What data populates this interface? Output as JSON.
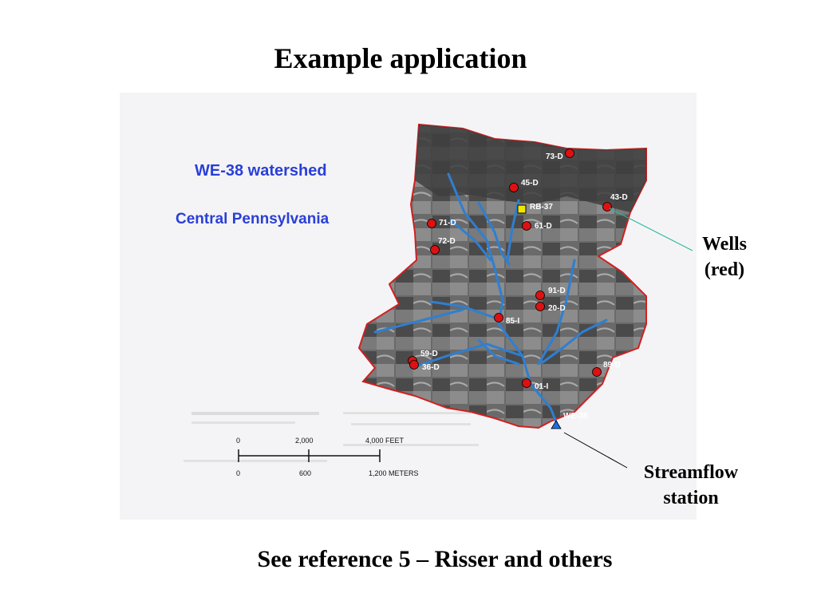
{
  "slide": {
    "title": "Example application",
    "footer": "See reference 5 – Risser and others"
  },
  "map": {
    "title_line1": "WE-38  watershed",
    "title_line2": "Central Pennsylvania",
    "title_color": "#2a3fd6",
    "boundary_color": "#d02020",
    "stream_color": "#2f7fd0",
    "well_color": "#dd1111",
    "wells": [
      {
        "id": "73-D"
      },
      {
        "id": "45-D"
      },
      {
        "id": "43-D"
      },
      {
        "id": "71-D"
      },
      {
        "id": "61-D"
      },
      {
        "id": "72-D"
      },
      {
        "id": "91-D"
      },
      {
        "id": "20-D"
      },
      {
        "id": "85-I"
      },
      {
        "id": "59-D"
      },
      {
        "id": "36-D"
      },
      {
        "id": "89-D"
      },
      {
        "id": "01-I"
      }
    ],
    "rain_gage": {
      "id": "RB-37",
      "color": "#f2e600"
    },
    "stream_gage": {
      "id": "WE-38",
      "color": "#1e6fe0"
    },
    "scale_bar": {
      "feet_labels": [
        "0",
        "2,000",
        "4,000 FEET"
      ],
      "meter_labels": [
        "0",
        "600",
        "1,200 METERS"
      ]
    }
  },
  "callouts": {
    "wells_line1": "Wells",
    "wells_line2": "(red)",
    "station_line1": "Streamflow",
    "station_line2": "station"
  }
}
